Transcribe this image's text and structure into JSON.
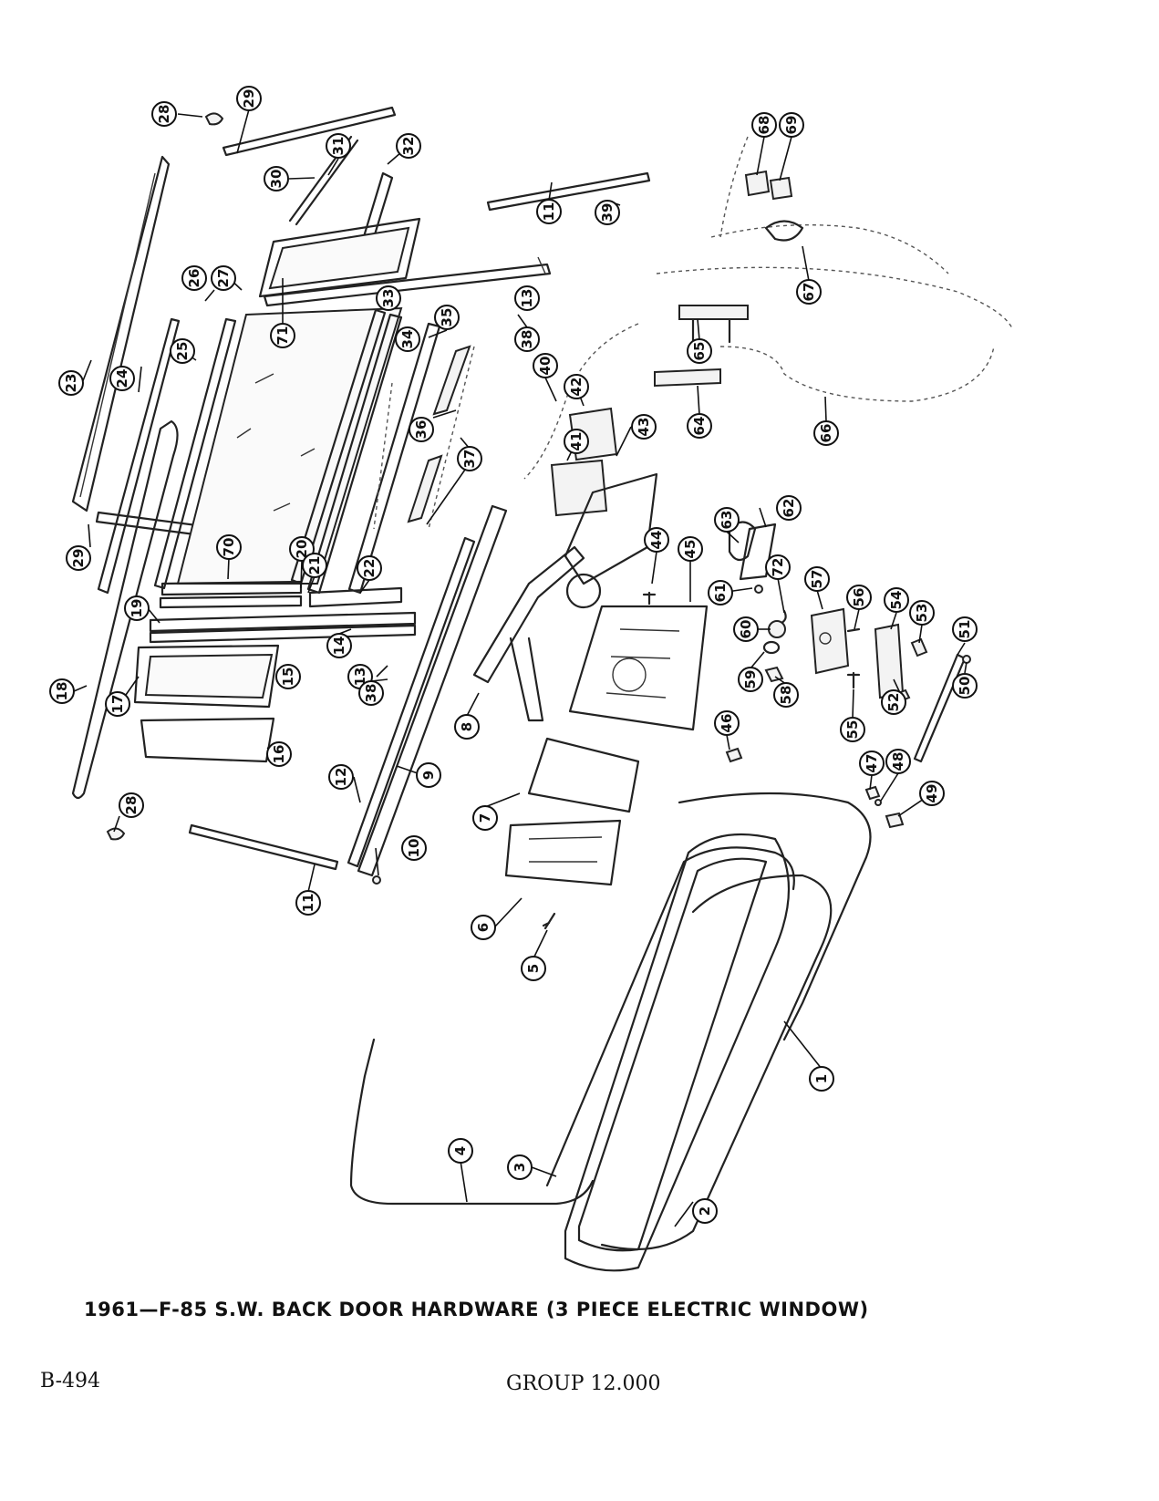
{
  "caption": "1961—F-85 S.W. BACK DOOR HARDWARE (3 PIECE ELECTRIC WINDOW)",
  "page_code": "B-494",
  "group": "GROUP 12.000",
  "colors": {
    "ink": "#111111",
    "paper": "#ffffff"
  },
  "callouts": [
    "1",
    "2",
    "3",
    "4",
    "5",
    "6",
    "7",
    "8",
    "9",
    "10",
    "11",
    "11",
    "12",
    "13",
    "13",
    "14",
    "15",
    "16",
    "17",
    "18",
    "19",
    "20",
    "21",
    "22",
    "23",
    "24",
    "25",
    "26",
    "27",
    "28",
    "28",
    "29",
    "29",
    "30",
    "31",
    "32",
    "33",
    "34",
    "35",
    "36",
    "37",
    "38",
    "38",
    "39",
    "40",
    "41",
    "42",
    "43",
    "44",
    "45",
    "46",
    "47",
    "48",
    "49",
    "50",
    "51",
    "52",
    "53",
    "54",
    "55",
    "56",
    "57",
    "58",
    "59",
    "60",
    "61",
    "62",
    "63",
    "64",
    "65",
    "66",
    "67",
    "68",
    "69",
    "70",
    "71",
    "72"
  ]
}
